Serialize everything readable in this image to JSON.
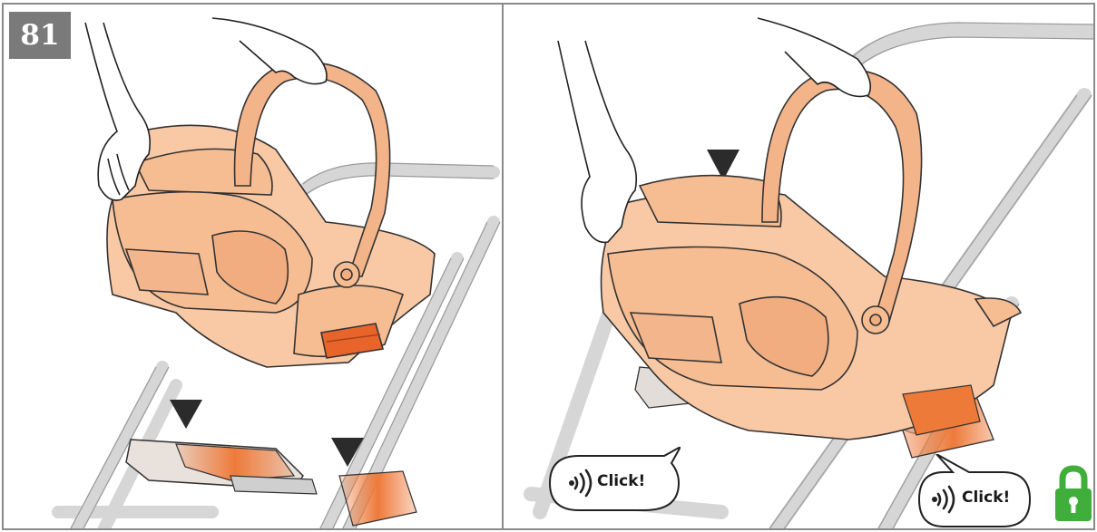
{
  "step_number": "81",
  "left_panel": {
    "arrows": [
      "down-arrow",
      "down-arrow"
    ]
  },
  "right_panel": {
    "arrows": [
      "down-arrow"
    ],
    "sound_labels": [
      "Click!",
      "Click!"
    ],
    "status_icon": "padlock-locked-icon"
  },
  "colors": {
    "seat_fill": "#f8c9a4",
    "seat_handle": "#f3b48a",
    "release_button": "#e8642a",
    "adapter_orange": "#ee7a3a",
    "frame_gray": "#d9d9d9",
    "arrow": "#2b2b2b",
    "lock_green": "#3fae3a",
    "badge_gray": "#7a7a7a",
    "panel_border": "#8a8a8a"
  }
}
